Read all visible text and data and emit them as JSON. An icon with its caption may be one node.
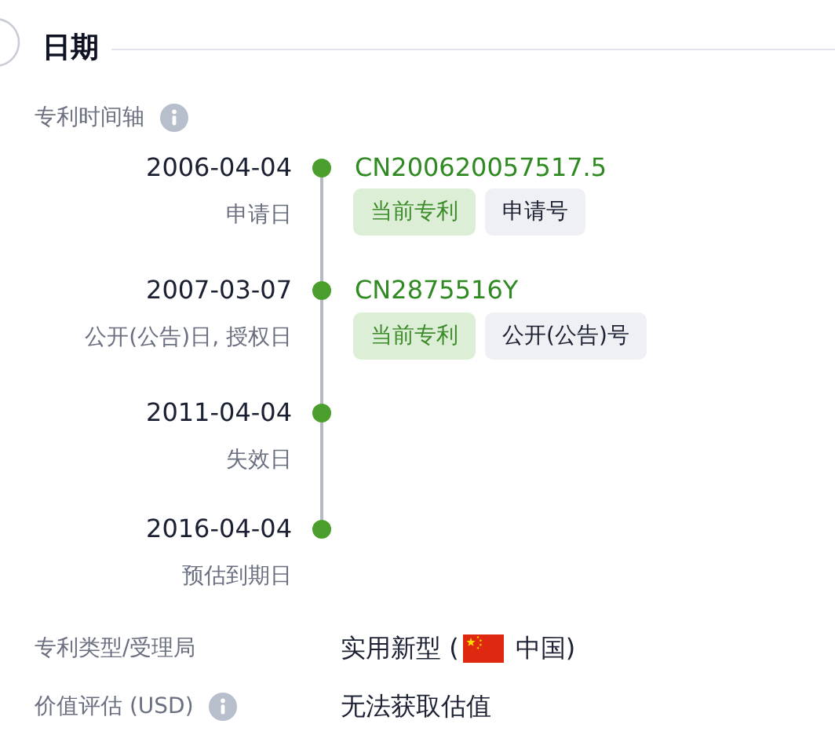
{
  "diagram": {
    "title": "日期",
    "nodes": [
      {
        "text": [],
        "shape": "circle",
        "beside": [
          "2006-04-04",
          "申请日",
          "CN200620057517.5"
        ]
      },
      {
        "text": [
          "当前专利"
        ]
      },
      {
        "text": [
          "申请号"
        ]
      },
      {
        "text": [],
        "shape": "circle",
        "beside": [
          "2007-03-07",
          "公开(公告)日, 授权日",
          "CN2875516Y"
        ]
      },
      {
        "text": [
          "当前专利"
        ]
      },
      {
        "text": [
          "公开(公告)号"
        ]
      },
      {
        "text": [],
        "shape": "circle",
        "beside": [
          "2011-04-04",
          "失效日"
        ]
      },
      {
        "text": [],
        "shape": "circle",
        "beside": [
          "2016-04-04",
          "预估到期日"
        ]
      }
    ],
    "edges": [
      {
        "from": 0,
        "to": 3,
        "arrow": "none"
      },
      {
        "from": 3,
        "to": 6,
        "arrow": "none"
      },
      {
        "from": 6,
        "to": 7,
        "arrow": "none"
      }
    ],
    "labels": [
      "专利时间轴",
      "专利类型/受理局",
      "实用新型 (",
      "中国)",
      "价值评估 (USD)",
      "无法获取估值"
    ]
  }
}
